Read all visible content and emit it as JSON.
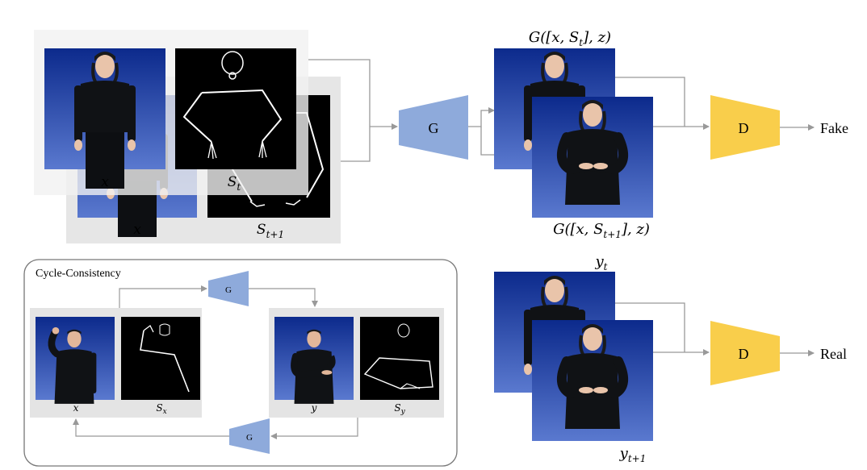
{
  "generator_label": "G",
  "discriminator_label": "D",
  "outputs": {
    "fake": "Fake",
    "real": "Real"
  },
  "input_stack": {
    "front": {
      "image_label": "x",
      "skeleton_label": "S",
      "skeleton_sub": "t"
    },
    "back": {
      "image_label": "x",
      "skeleton_label": "S",
      "skeleton_sub": "t+1"
    }
  },
  "generated": {
    "top_label": "G([x, S",
    "top_sub": "t",
    "top_tail": "], z)",
    "bottom_label": "G([x, S",
    "bottom_sub": "t+1",
    "bottom_tail": "], z)"
  },
  "real_frames": {
    "top_label": "y",
    "top_sub": "t",
    "bottom_label": "y",
    "bottom_sub": "t+1"
  },
  "cycle": {
    "title": "Cycle-Consistency",
    "left": {
      "image_label": "x",
      "skeleton_label": "S",
      "skeleton_sub": "x"
    },
    "right": {
      "image_label": "y",
      "skeleton_label": "S",
      "skeleton_sub": "y"
    }
  },
  "colors": {
    "generator": "#8eaadb",
    "discriminator": "#f9ce4b",
    "photo_bg_top": "#0c2a8c",
    "photo_bg_bottom": "#5877cc",
    "panel": "#e4e4e4",
    "arrow": "#999999"
  }
}
